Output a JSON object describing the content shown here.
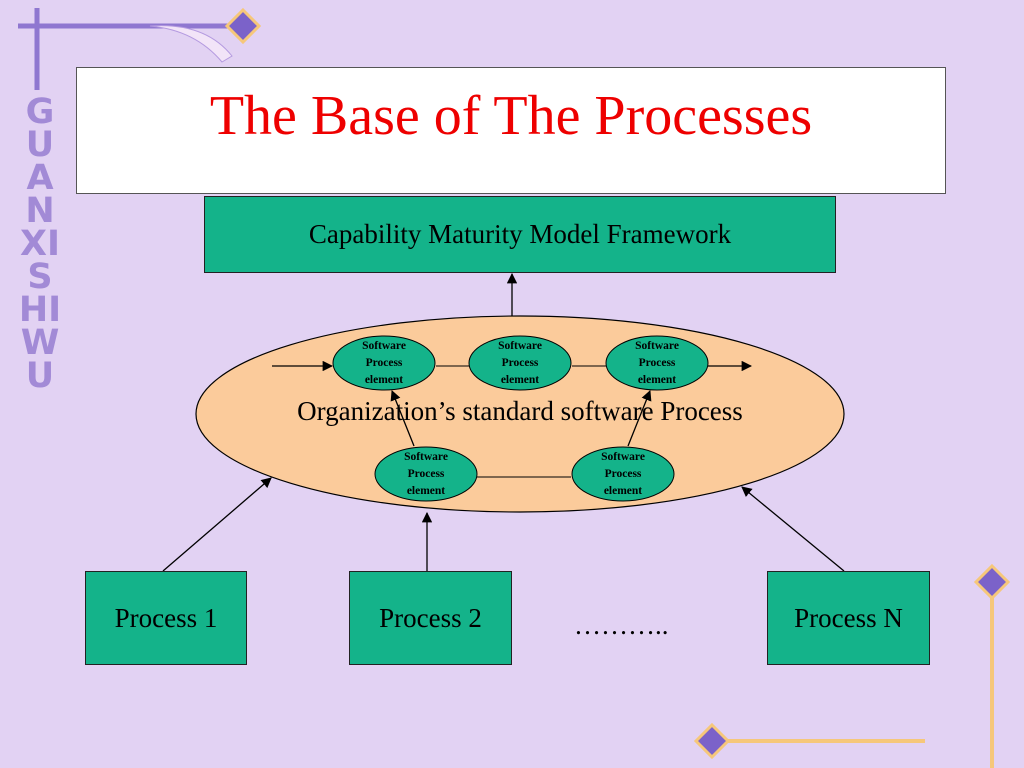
{
  "slide": {
    "title": "The Base of The Processes",
    "watermark": "GUANXISHIWU"
  },
  "framework": {
    "label": "Capability Maturity Model Framework"
  },
  "organization": {
    "label": "Organization’s standard software Process",
    "elements": [
      [
        "Software",
        "Process",
        "element"
      ],
      [
        "Software",
        "Process",
        "element"
      ],
      [
        "Software",
        "Process",
        "element"
      ],
      [
        "Software",
        "Process",
        "element"
      ],
      [
        "Software",
        "Process",
        "element"
      ]
    ]
  },
  "processes": {
    "p1": "Process 1",
    "p2": "Process 2",
    "ellipsis": "………..",
    "pn": "Process N"
  },
  "colors": {
    "background": "#e2d2f3",
    "title": "#ee0000",
    "box_fill": "#14b38a",
    "ellipse_fill": "#fbcb9b",
    "decor_purple": "#8f77d0",
    "decor_gold": "#f6c77a"
  }
}
